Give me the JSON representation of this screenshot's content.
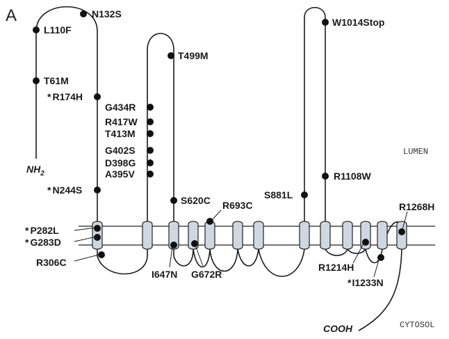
{
  "panel_label": "A",
  "regions": {
    "lumen": "LUMEN",
    "cytosol": "CYTOSOL"
  },
  "termini": {
    "n_terminus": "NH2",
    "n_sub": "2",
    "n_main": "NH",
    "c_terminus": "COOH"
  },
  "asterisk": "*",
  "mutations": {
    "n132s": "N132S",
    "l110f": "L110F",
    "t61m": "T61M",
    "r174h": "R174H",
    "n244s": "N244S",
    "p282l": "P282L",
    "g283d": "G283D",
    "r306c": "R306C",
    "t499m": "T499M",
    "g434r": "G434R",
    "r417w": "R417W",
    "t413m": "T413M",
    "g402s": "G402S",
    "d398g": "D398G",
    "a395v": "A395V",
    "s620c": "S620C",
    "r693c": "R693C",
    "i647n": "I647N",
    "g672r": "G672R",
    "w1014stop": "W1014Stop",
    "r1108w": "R1108W",
    "s881l": "S881L",
    "r1268h": "R1268H",
    "r1214h": "R1214H",
    "i1233n": "I1233N"
  },
  "colors": {
    "helix_fill": "#cfd8e0",
    "line": "#1a1a1a",
    "background": "#ffffff"
  }
}
